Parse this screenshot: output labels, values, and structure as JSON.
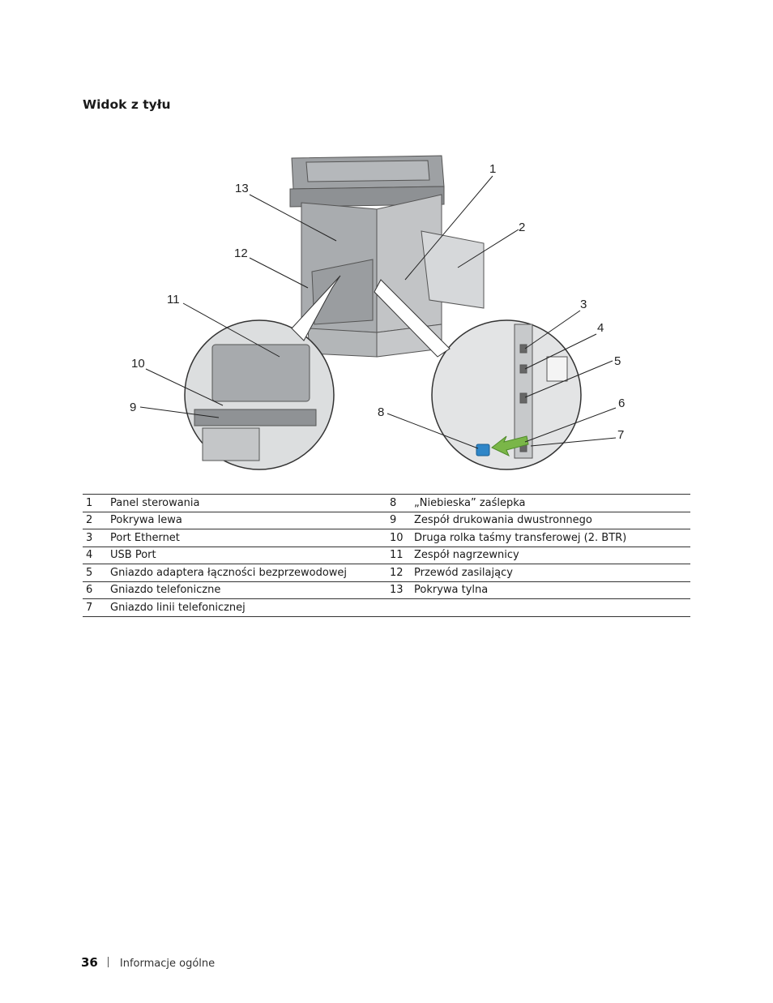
{
  "heading": "Widok z tyłu",
  "callouts": [
    "1",
    "2",
    "3",
    "4",
    "5",
    "6",
    "7",
    "8",
    "9",
    "10",
    "11",
    "12",
    "13"
  ],
  "legend": {
    "rows": [
      {
        "n1": "1",
        "t1": "Panel sterowania",
        "n2": "8",
        "t2": "„Niebieska” zaślepka"
      },
      {
        "n1": "2",
        "t1": "Pokrywa lewa",
        "n2": "9",
        "t2": "Zespół drukowania dwustronnego"
      },
      {
        "n1": "3",
        "t1": "Port Ethernet",
        "n2": "10",
        "t2": "Druga rolka taśmy transferowej (2. BTR)"
      },
      {
        "n1": "4",
        "t1": "USB Port",
        "n2": "11",
        "t2": "Zespół nagrzewnicy"
      },
      {
        "n1": "5",
        "t1": "Gniazdo adaptera łączności bezprzewodowej",
        "n2": "12",
        "t2": "Przewód zasilający"
      },
      {
        "n1": "6",
        "t1": "Gniazdo telefoniczne",
        "n2": "13",
        "t2": "Pokrywa tylna"
      },
      {
        "n1": "7",
        "t1": "Gniazdo linii telefonicznej",
        "n2": "",
        "t2": ""
      }
    ]
  },
  "footer": {
    "page_number": "36",
    "section": "Informacje ogólne"
  },
  "colors": {
    "arrow": "#7ab648",
    "plug": "#2f86c8"
  }
}
